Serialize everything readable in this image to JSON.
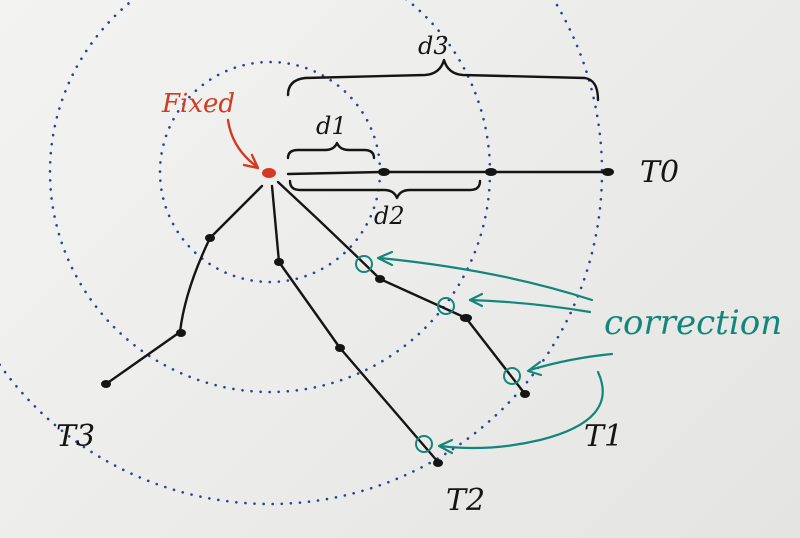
{
  "labels": {
    "fixed": "Fixed",
    "d1": "d1",
    "d2": "d2",
    "d3": "d3",
    "t0": "T0",
    "t1": "T1",
    "t2": "T2",
    "t3": "T3",
    "correction": "correction"
  },
  "colors": {
    "ink": "#151515",
    "fixed_red": "#d23a22",
    "ring_blue": "#2a3f9d",
    "correction_teal": "#12867a"
  }
}
